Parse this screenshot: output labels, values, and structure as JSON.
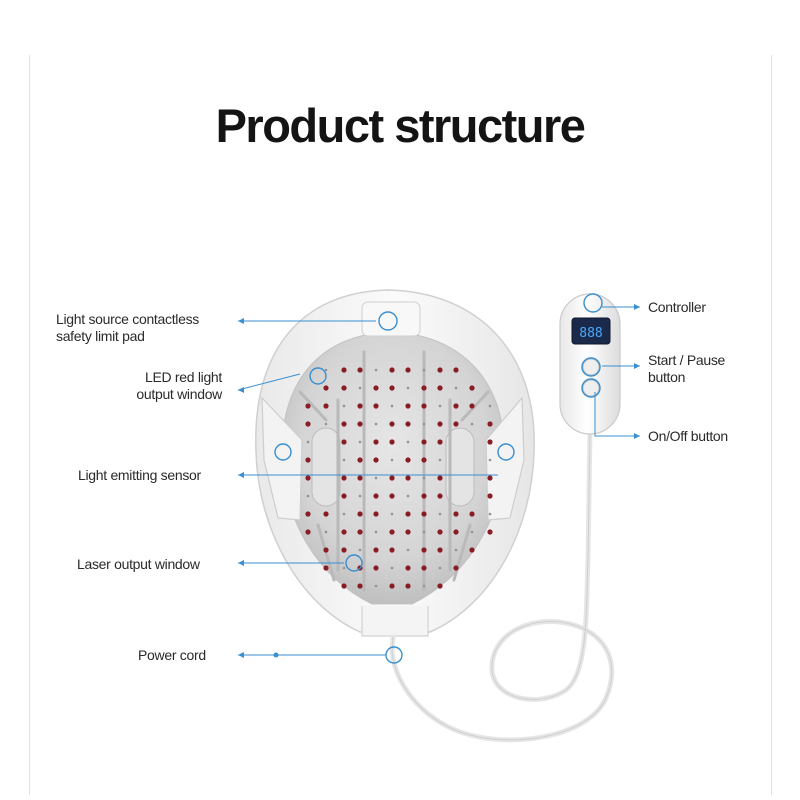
{
  "title": "Product structure",
  "callouts": {
    "contactless_pad": "Light source contactless\nsafety limit pad",
    "led_window": "LED red light\noutput window",
    "emitting_sensor": "Light emitting sensor",
    "laser_window": "Laser output window",
    "power_cord": "Power cord",
    "controller": "Controller",
    "start_pause": "Start / Pause\nbutton",
    "on_off": "On/Off button"
  },
  "controller_display": "888",
  "colors": {
    "callout_line": "#3a8fd0",
    "led_red": "#8a1c24",
    "shell_white": "#f6f6f6",
    "inner_grey": "#d7d7d7"
  }
}
